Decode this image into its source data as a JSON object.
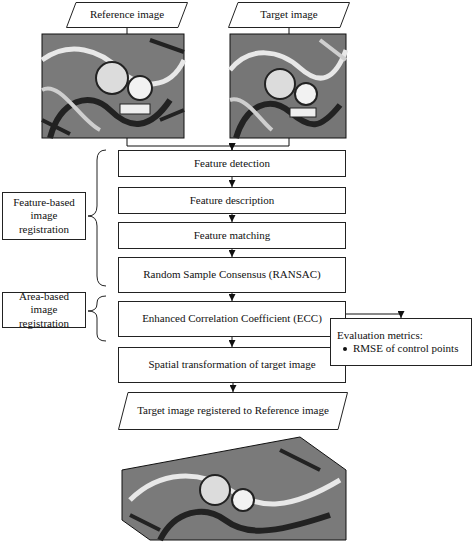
{
  "diagram": {
    "nodes": [
      {
        "text": [
          "Reference image"
        ]
      },
      {
        "text": [
          "Target image"
        ]
      },
      {
        "text": [
          "Feature detection"
        ]
      },
      {
        "text": [
          "Feature description"
        ]
      },
      {
        "text": [
          "Feature matching"
        ]
      },
      {
        "text": [
          "Random Sample Consensus (RANSAC)"
        ]
      },
      {
        "text": [
          "Enhanced Correlation Coefficient (ECC)"
        ]
      },
      {
        "text": [
          "Spatial transformation of target image"
        ]
      },
      {
        "text": [
          "Target image registered to Reference image"
        ]
      },
      {
        "text": [
          "Feature-based image registration"
        ]
      },
      {
        "text": [
          "Area-based image registration"
        ]
      },
      {
        "text": [
          "Evaluation metrics:",
          "RMSE of control points"
        ]
      }
    ],
    "edges": [
      {
        "from": 0,
        "to": 2,
        "arrow": "to"
      },
      {
        "from": 1,
        "to": 2,
        "arrow": "to"
      },
      {
        "from": 2,
        "to": 3,
        "arrow": "to"
      },
      {
        "from": 3,
        "to": 4,
        "arrow": "to"
      },
      {
        "from": 4,
        "to": 5,
        "arrow": "to"
      },
      {
        "from": 5,
        "to": 6,
        "arrow": "to"
      },
      {
        "from": 6,
        "to": 7,
        "arrow": "to"
      },
      {
        "from": 6,
        "to": 11,
        "arrow": "to"
      },
      {
        "from": 7,
        "to": 8,
        "arrow": "to"
      }
    ]
  }
}
